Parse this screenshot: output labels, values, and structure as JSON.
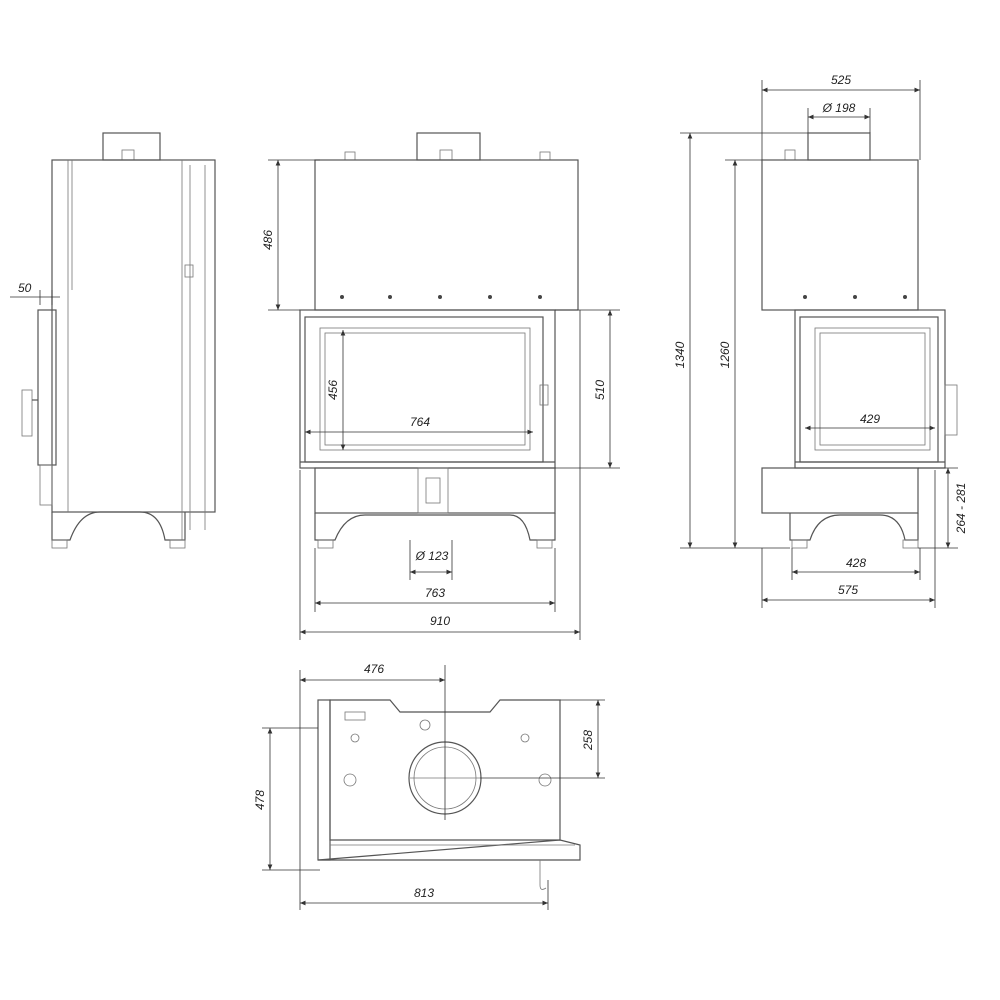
{
  "drawing": {
    "title_hidden": "",
    "side_view": {
      "dims": {
        "depth_offset": "50"
      }
    },
    "front_view": {
      "dims": {
        "upper_height": "486",
        "glass_height": "456",
        "glass_width": "764",
        "door_height": "510",
        "flue_diameter": "Ø 123",
        "base_width": "763",
        "total_width": "910"
      }
    },
    "corner_view": {
      "dims": {
        "top_width": "525",
        "collar_diameter": "Ø 198",
        "total_height": "1340",
        "body_height": "1260",
        "glass_width": "429",
        "base_height": "264 - 281",
        "base_width": "428",
        "total_width": "575"
      }
    },
    "plan_view": {
      "dims": {
        "collar_offset": "476",
        "collar_depth": "258",
        "depth": "478",
        "width": "813"
      }
    }
  }
}
